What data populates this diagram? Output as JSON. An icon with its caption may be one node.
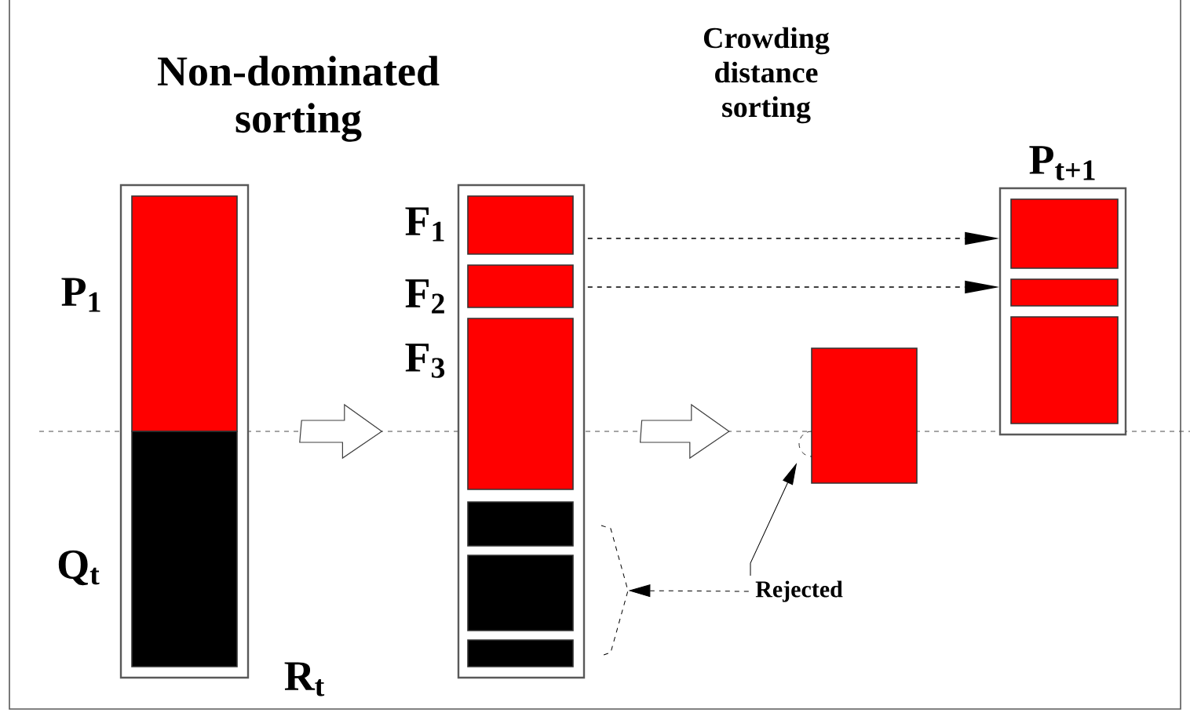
{
  "diagram": {
    "nodes": [
      {
        "text": [
          "R$_{t}$"
        ]
      },
      {
        "text": [],
        "shape": "bar",
        "in": 0,
        "beside": [
          "P$_{1}$"
        ]
      },
      {
        "text": [],
        "shape": "bar",
        "in": 0,
        "beside": [
          "Q$_{t}$"
        ]
      },
      {
        "text": [],
        "shape": "box"
      },
      {
        "text": [],
        "shape": "bar",
        "in": 3,
        "beside": [
          "F$_{1}$"
        ]
      },
      {
        "text": [],
        "shape": "bar",
        "in": 3,
        "beside": [
          "F$_{2}$"
        ]
      },
      {
        "text": [],
        "shape": "bar",
        "in": 3,
        "beside": [
          "F$_{3}$"
        ]
      },
      {
        "text": [],
        "shape": "bar",
        "in": 3
      },
      {
        "text": [],
        "shape": "bar",
        "in": 3
      },
      {
        "text": [],
        "shape": "bar",
        "in": 3
      },
      {
        "text": [],
        "shape": "box"
      },
      {
        "text": [
          "P$_{t+1}$"
        ]
      },
      {
        "text": [],
        "shape": "bar",
        "in": 11
      },
      {
        "text": [],
        "shape": "bar",
        "in": 11
      },
      {
        "text": [],
        "shape": "bar",
        "in": 11
      },
      {
        "text": [
          "Rejected"
        ]
      },
      {
        "text": [],
        "shape": "bracket"
      }
    ],
    "edges": [
      {
        "from": 0,
        "to": 3,
        "arrow": "to"
      },
      {
        "from": 3,
        "to": 10,
        "arrow": "to"
      },
      {
        "from": 4,
        "to": 12,
        "arrow": "to",
        "style": "dashed"
      },
      {
        "from": 5,
        "to": 13,
        "arrow": "to",
        "style": "dashed"
      },
      {
        "from": 15,
        "to": 10,
        "arrow": "to"
      },
      {
        "from": 15,
        "to": 16,
        "arrow": "to",
        "style": "dashed"
      }
    ],
    "labels": [
      "Non-dominated sorting",
      "Crowding distance sorting"
    ]
  }
}
